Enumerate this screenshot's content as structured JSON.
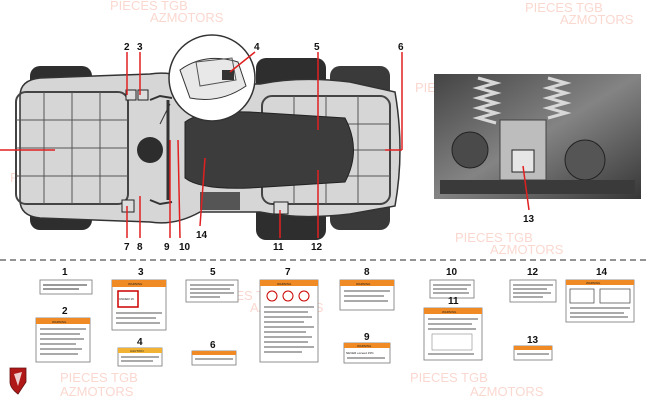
{
  "callouts": {
    "n1": "1",
    "n2": "2",
    "n3": "3",
    "n4": "4",
    "n5": "5",
    "n6": "6",
    "n7": "7",
    "n8": "8",
    "n9": "9",
    "n10": "10",
    "n11": "11",
    "n12": "12",
    "n13": "13",
    "n14": "14"
  },
  "labels": {
    "warning": "WARNING",
    "caution": "CAUTION",
    "under16": "UNDER 16",
    "never_exceed": "NEVER exceed 15%"
  },
  "watermark": {
    "brand": "PIECES TGB",
    "site": "AZMOTORS"
  },
  "colors": {
    "warning_orange": "#f08a24",
    "atv_dark": "#3a3a3a",
    "atv_light": "#d9d9d9",
    "divider": "#555555"
  }
}
